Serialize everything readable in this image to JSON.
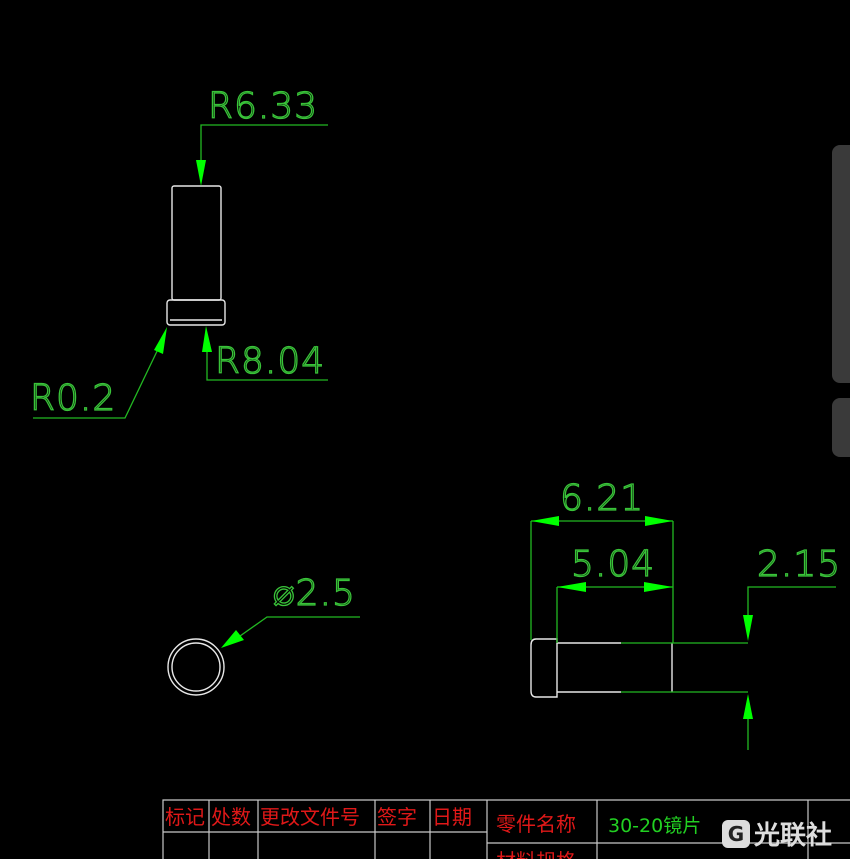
{
  "dimensions": {
    "top_radius": "R6.33",
    "flange_radius": "R8.04",
    "fillet_radius": "R0.2",
    "diameter": "⌀2.5",
    "overall_length": "6.21",
    "body_length": "5.04",
    "body_height": "2.15"
  },
  "title_block": {
    "headers": [
      "标记",
      "处数",
      "更改文件号",
      "签字",
      "日期"
    ],
    "part_name_label": "零件名称",
    "part_name_value": "30-20镜片",
    "material_label": "材料规格"
  },
  "watermark": {
    "glyph": "G",
    "text": "光联社"
  },
  "colors": {
    "dimension": "#00ff00",
    "object": "#e8e8e8",
    "title_text": "#e01818"
  }
}
